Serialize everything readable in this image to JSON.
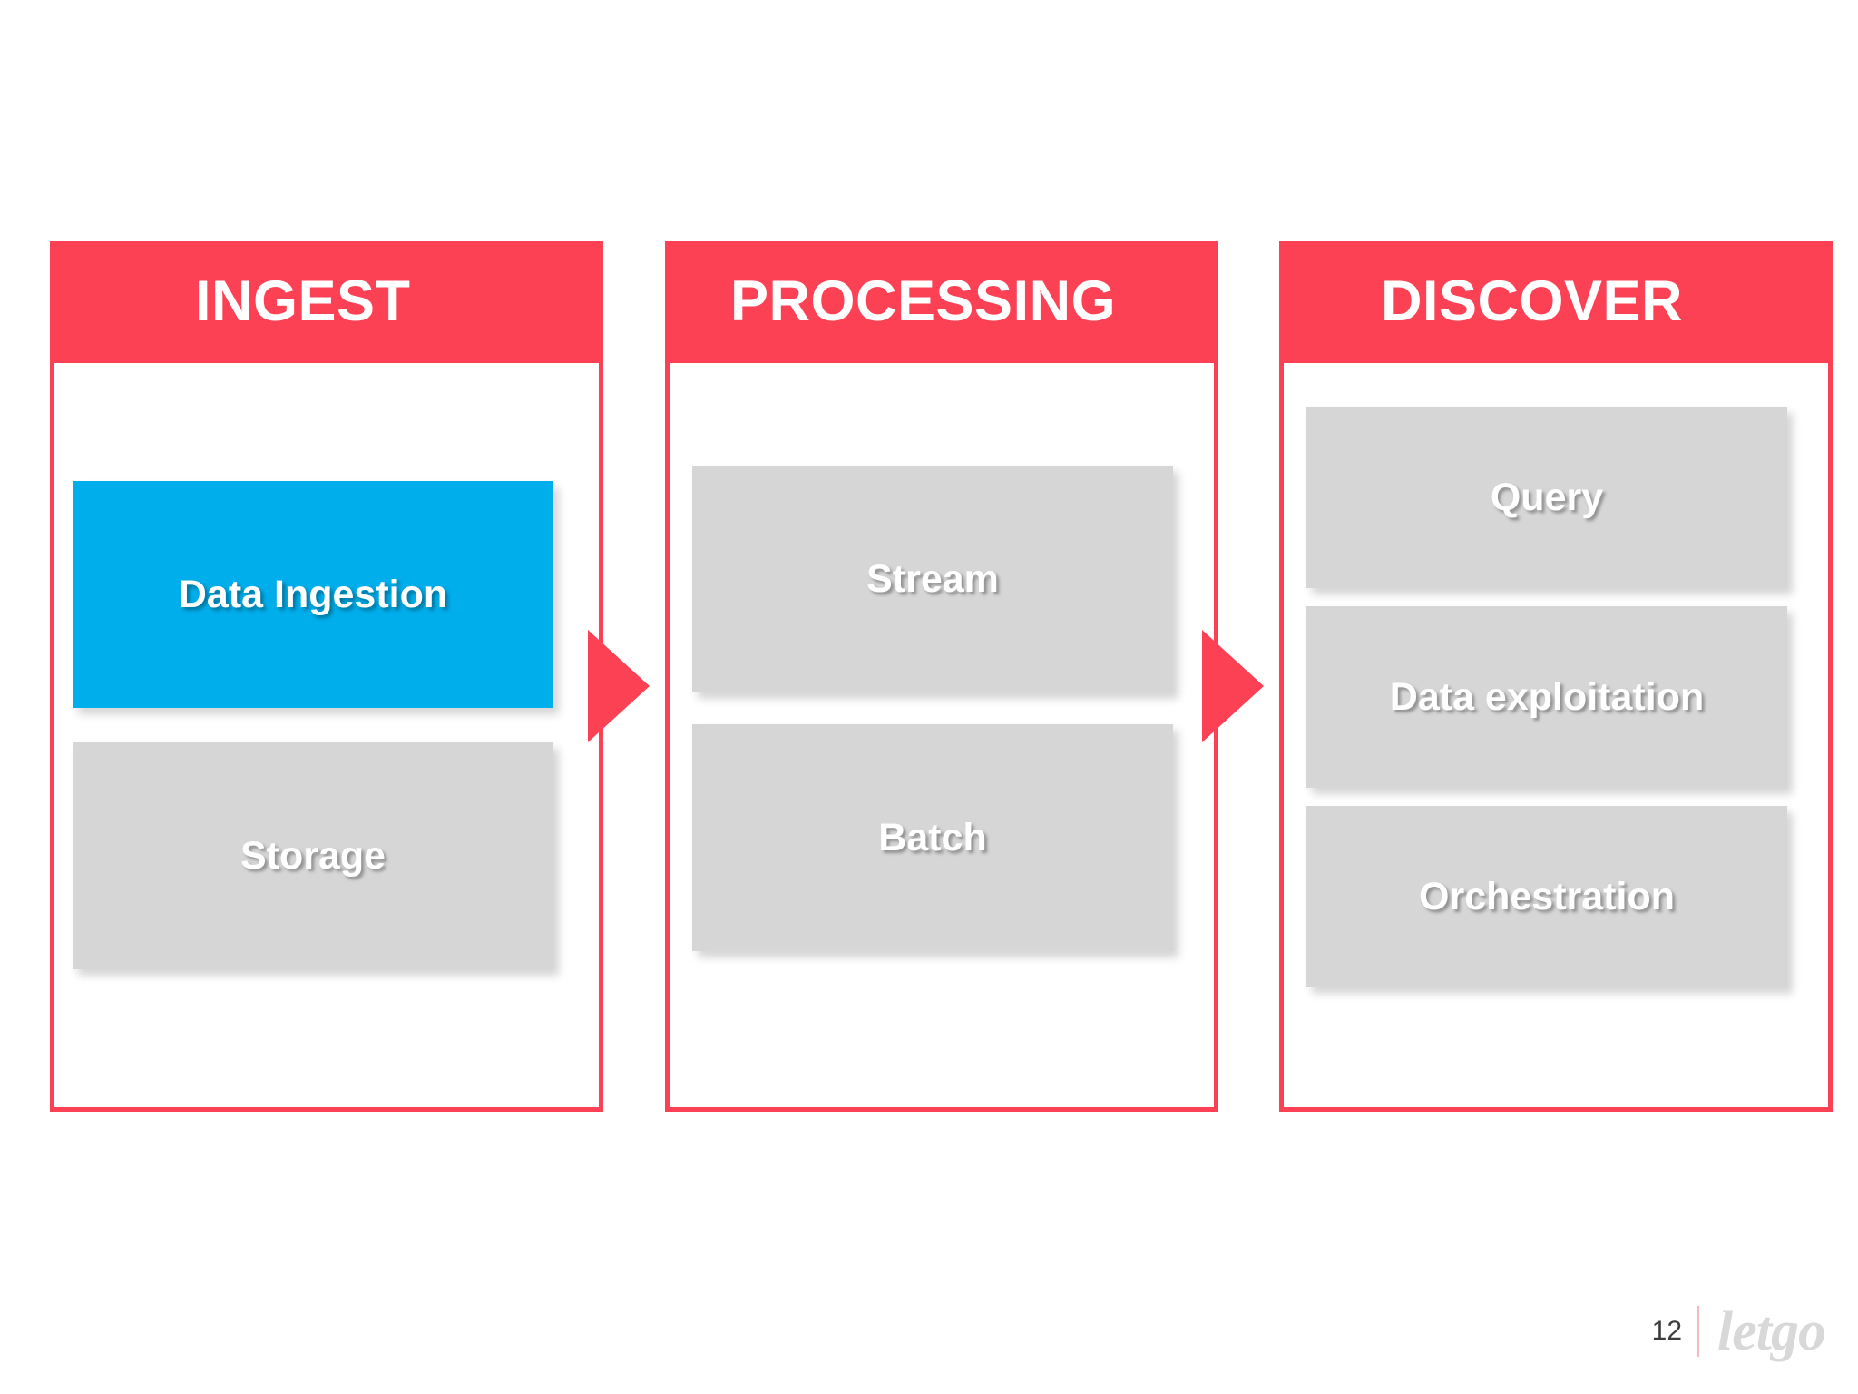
{
  "slide": {
    "background_color": "#ffffff",
    "accent_red": "#fc4155",
    "highlight_blue": "#00aeeb",
    "box_gray": "#d6d6d6"
  },
  "columns": [
    {
      "id": "ingest",
      "title": "INGEST",
      "boxes": [
        {
          "label": "Data Ingestion",
          "highlighted": true
        },
        {
          "label": "Storage",
          "highlighted": false
        }
      ]
    },
    {
      "id": "processing",
      "title": "PROCESSING",
      "boxes": [
        {
          "label": "Stream",
          "highlighted": false
        },
        {
          "label": "Batch",
          "highlighted": false
        }
      ]
    },
    {
      "id": "discover",
      "title": "DISCOVER",
      "boxes": [
        {
          "label": "Query",
          "highlighted": false
        },
        {
          "label": "Data exploitation",
          "highlighted": false
        },
        {
          "label": "Orchestration",
          "highlighted": false
        }
      ]
    }
  ],
  "arrows": [
    {
      "id": "arrow-ingest-to-processing",
      "direction": "right"
    },
    {
      "id": "arrow-processing-to-discover",
      "direction": "right"
    }
  ],
  "footer": {
    "page_number": "12",
    "brand": "letgo"
  }
}
